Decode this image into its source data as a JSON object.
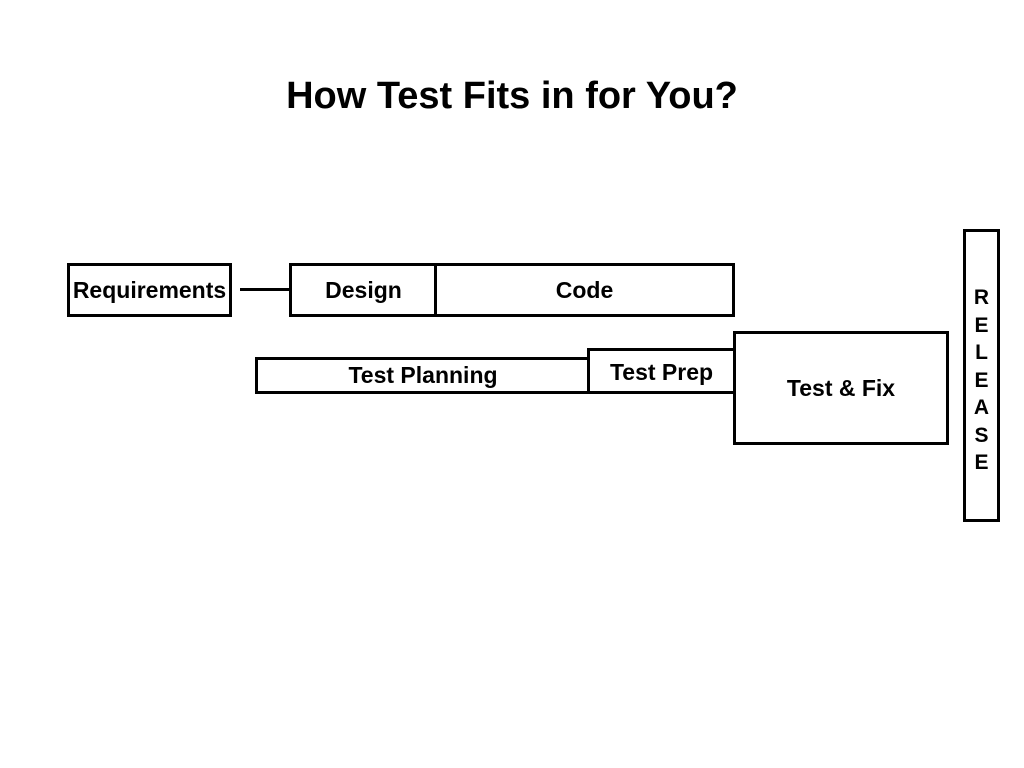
{
  "title": "How Test Fits in for You?",
  "phases": {
    "requirements": "Requirements",
    "design": "Design",
    "code": "Code",
    "test_planning": "Test Planning",
    "test_prep": "Test Prep",
    "test_fix": "Test & Fix",
    "release": "RELEASE"
  }
}
